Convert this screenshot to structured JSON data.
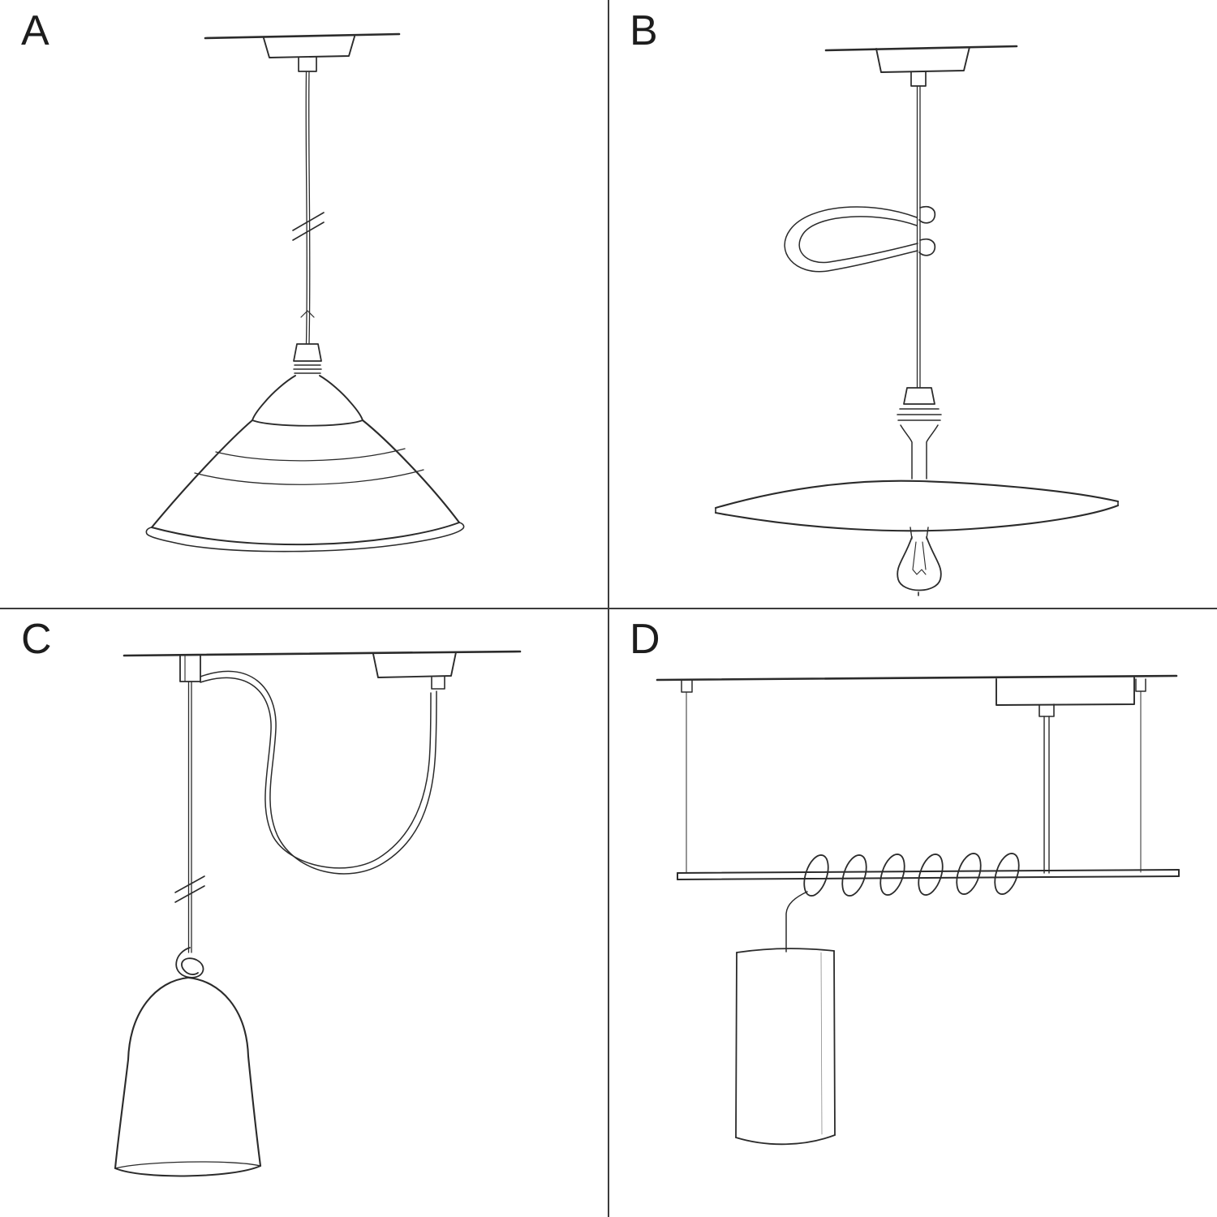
{
  "colors": {
    "ink": "#2b2b2b",
    "divider": "#3c3c3c",
    "background": "#ffffff"
  },
  "quadrants": [
    {
      "label": "A"
    },
    {
      "label": "B"
    },
    {
      "label": "C"
    },
    {
      "label": "D"
    }
  ]
}
